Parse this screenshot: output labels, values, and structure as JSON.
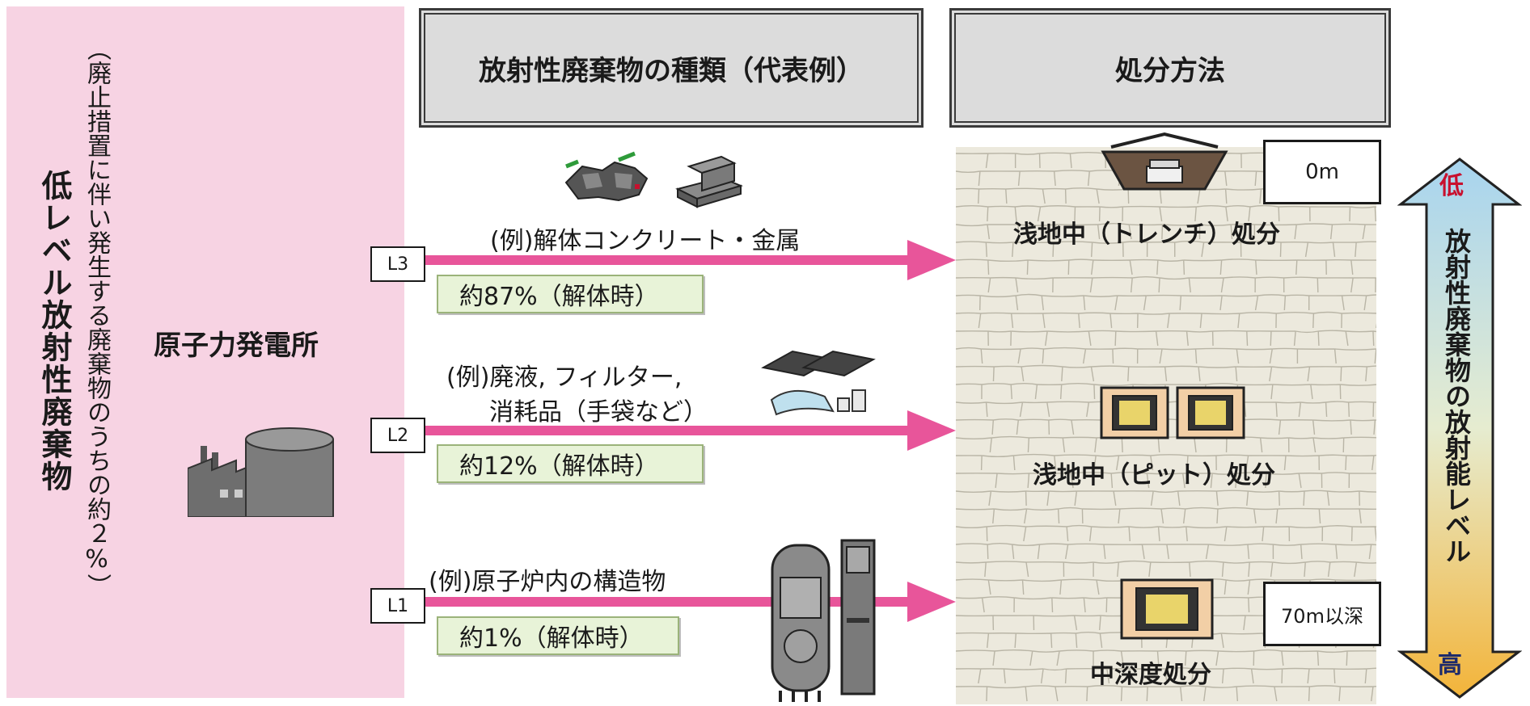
{
  "left": {
    "title": "低レベル放射性廃棄物",
    "subtitle": "（廃止措置に伴い発生する廃棄物のうちの約２%）",
    "plant_label": "原子力発電所"
  },
  "headers": {
    "types": "放射性廃棄物の種類（代表例）",
    "disposal": "処分方法"
  },
  "levels": [
    {
      "tag": "L3",
      "example": "(例)解体コンクリート・金属",
      "percent": "約87%（解体時）"
    },
    {
      "tag": "L2",
      "example_line1": "(例)廃液, フィルター,",
      "example_line2": "消耗品（手袋など）",
      "percent": "約12%（解体時）"
    },
    {
      "tag": "L1",
      "example": "(例)原子炉内の構造物",
      "percent": "約1%（解体時）"
    }
  ],
  "disposal": {
    "trench": "浅地中（トレンチ）処分",
    "pit": "浅地中（ピット）処分",
    "deep": "中深度処分",
    "depth_top": "0m",
    "depth_deep": "70m以深"
  },
  "scale": {
    "low": "低",
    "high": "高",
    "label": "放射性廃棄物の放射能レベル"
  },
  "colors": {
    "pink_panel": "#f7d3e3",
    "arrow_pink": "#e8559a",
    "percent_box": "#e8f3d8",
    "header_gray": "#dcdcdc",
    "ground": "#ece9dd",
    "scale_top": "#a7d4ef",
    "scale_bottom": "#f3b43a"
  }
}
